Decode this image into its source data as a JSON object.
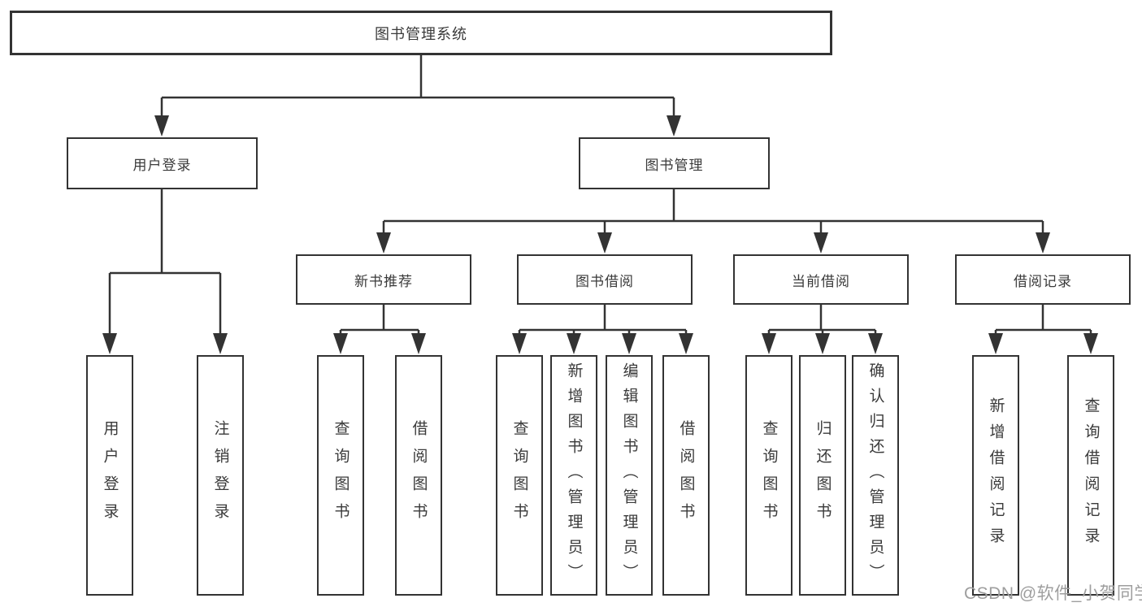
{
  "diagram_title": "图书管理系统",
  "tree": {
    "label": "图书管理系统",
    "children": [
      {
        "label": "用户登录",
        "children": [
          {
            "label": "用户登录"
          },
          {
            "label": "注销登录"
          }
        ]
      },
      {
        "label": "图书管理",
        "children": [
          {
            "label": "新书推荐",
            "children": [
              {
                "label": "查询图书"
              },
              {
                "label": "借阅图书"
              }
            ]
          },
          {
            "label": "图书借阅",
            "children": [
              {
                "label": "查询图书"
              },
              {
                "label": "新增图书（管理员）"
              },
              {
                "label": "编辑图书（管理员）"
              },
              {
                "label": "借阅图书"
              }
            ]
          },
          {
            "label": "当前借阅",
            "children": [
              {
                "label": "查询图书"
              },
              {
                "label": "归还图书"
              },
              {
                "label": "确认归还（管理员）"
              }
            ]
          },
          {
            "label": "借阅记录",
            "children": [
              {
                "label": "新增借阅记录"
              },
              {
                "label": "查询借阅记录"
              }
            ]
          }
        ]
      }
    ]
  },
  "watermark": "CSDN @软件_小贺同学",
  "colors": {
    "line": "#333333",
    "text": "#3a3a3a",
    "watermark": "#9e9e9e",
    "background": "#ffffff"
  }
}
